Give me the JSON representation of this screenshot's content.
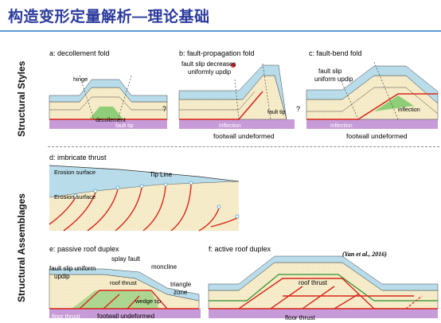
{
  "title": "构造变形定量解析—理论基础",
  "side_labels": {
    "top": "Structural Styles",
    "bottom": "Structural Assemblages"
  },
  "panels": {
    "a": {
      "caption": "a: decollement fold",
      "hinge": "hinge",
      "decollement": "decollement",
      "fault_tip": "fault tip",
      "question": "?"
    },
    "b": {
      "caption": "b: fault-propagation fold",
      "note1": "fault slip decreases",
      "note2": "uniformly updip",
      "fault_tip": "fault tip",
      "inflection": "inflection",
      "footwall": "footwall undeformed",
      "question": "?"
    },
    "c": {
      "caption": "c: fault-bend fold",
      "note1": "fault slip",
      "note2": "uniform updip",
      "inflection1": "inflection",
      "inflection2": "inflection",
      "footwall": "footwall undeformed"
    },
    "d": {
      "caption": "d: imbricate thrust",
      "erosion1": "Erosion surface",
      "erosion2": "Erosion surface",
      "tipline": "Tip Line"
    },
    "e": {
      "caption": "e: passive roof duplex",
      "note1": "fault slip uniform",
      "note2": "updip",
      "splay": "splay fault",
      "moncline": "moncline",
      "roof": "roof thrust",
      "triangle1": "triangle",
      "triangle2": "zone",
      "wedge": "wedge tip",
      "floor": "floor thrust",
      "footwall": "footwall undeformed"
    },
    "f": {
      "caption": "f: active roof duplex",
      "citation": "(Yan et al., 2016)",
      "roof": "roof thrust",
      "floor": "floor thrust"
    }
  },
  "colors": {
    "title": "#2b3a9c",
    "rule": "#5b9bd5",
    "blue_layer": "#b8dcea",
    "cream_layer": "#f6ecc9",
    "green_layer": "#8fce78",
    "purple_base": "#c79bd8",
    "fault": "#d8261b"
  }
}
